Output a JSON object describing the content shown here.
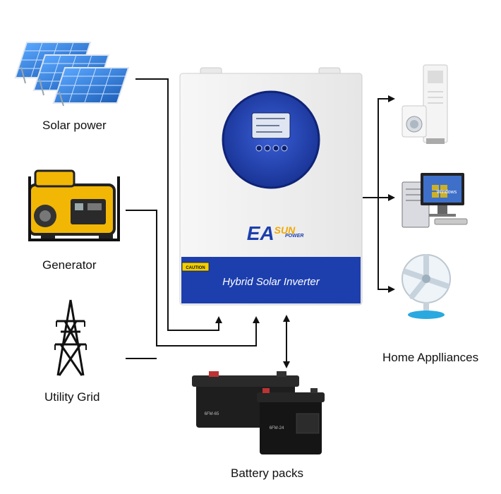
{
  "sources": {
    "solar_label": "Solar power",
    "generator_label": "Generator",
    "grid_label": "Utility Grid"
  },
  "inverter": {
    "brand_main": "EA",
    "brand_sun": "SUN",
    "brand_power": "POWER",
    "caution_label": "CAUTION",
    "product_label": "Hybrid Solar Inverter"
  },
  "battery": {
    "label": "Battery packs",
    "big_model": "6FM-65",
    "small_model": "6FM-24"
  },
  "loads": {
    "label": "Home Applliances",
    "screen_text": "Windows"
  },
  "colors": {
    "inverter_blue": "#1d3fae",
    "panel_blue": "#2f78d0",
    "generator_yellow": "#f2b705",
    "battery_black": "#1e1e1e",
    "line": "#111111"
  }
}
